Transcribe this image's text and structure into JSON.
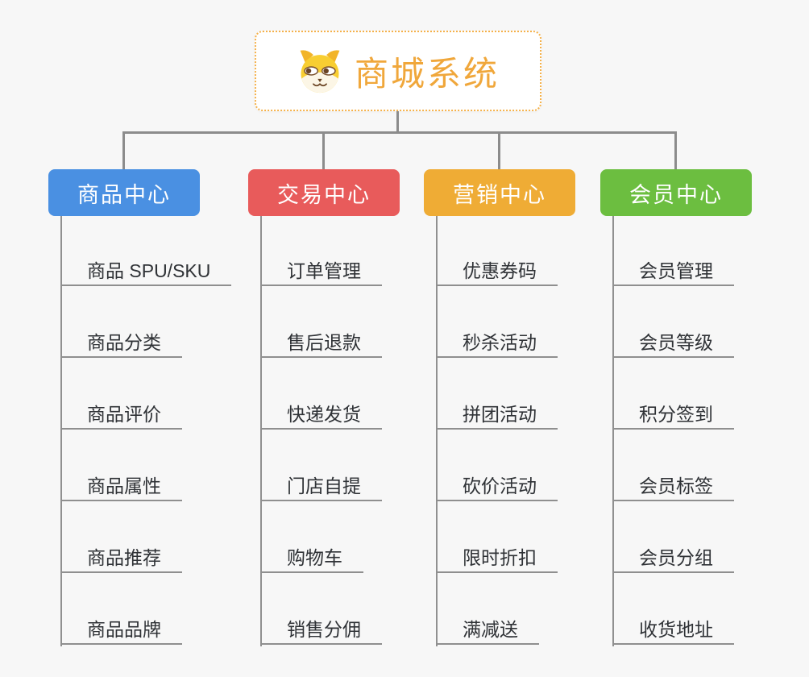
{
  "root": {
    "label": "商城系统",
    "icon": "dog-face-icon",
    "text_color": "#F0A73B",
    "border_color": "#F5B14A"
  },
  "branches": [
    {
      "label": "商品中心",
      "color": "#4A90E2",
      "items": [
        "商品 SPU/SKU",
        "商品分类",
        "商品评价",
        "商品属性",
        "商品推荐",
        "商品品牌"
      ]
    },
    {
      "label": "交易中心",
      "color": "#E85B5B",
      "items": [
        "订单管理",
        "售后退款",
        "快递发货",
        "门店自提",
        "购物车",
        "销售分佣"
      ]
    },
    {
      "label": "营销中心",
      "color": "#EFAC35",
      "items": [
        "优惠券码",
        "秒杀活动",
        "拼团活动",
        "砍价活动",
        "限时折扣",
        "满减送"
      ]
    },
    {
      "label": "会员中心",
      "color": "#6CBE40",
      "items": [
        "会员管理",
        "会员等级",
        "积分签到",
        "会员标签",
        "会员分组",
        "收货地址"
      ]
    }
  ],
  "canvas": {
    "background": "#F7F7F7",
    "line_color": "#8C8C8C"
  }
}
